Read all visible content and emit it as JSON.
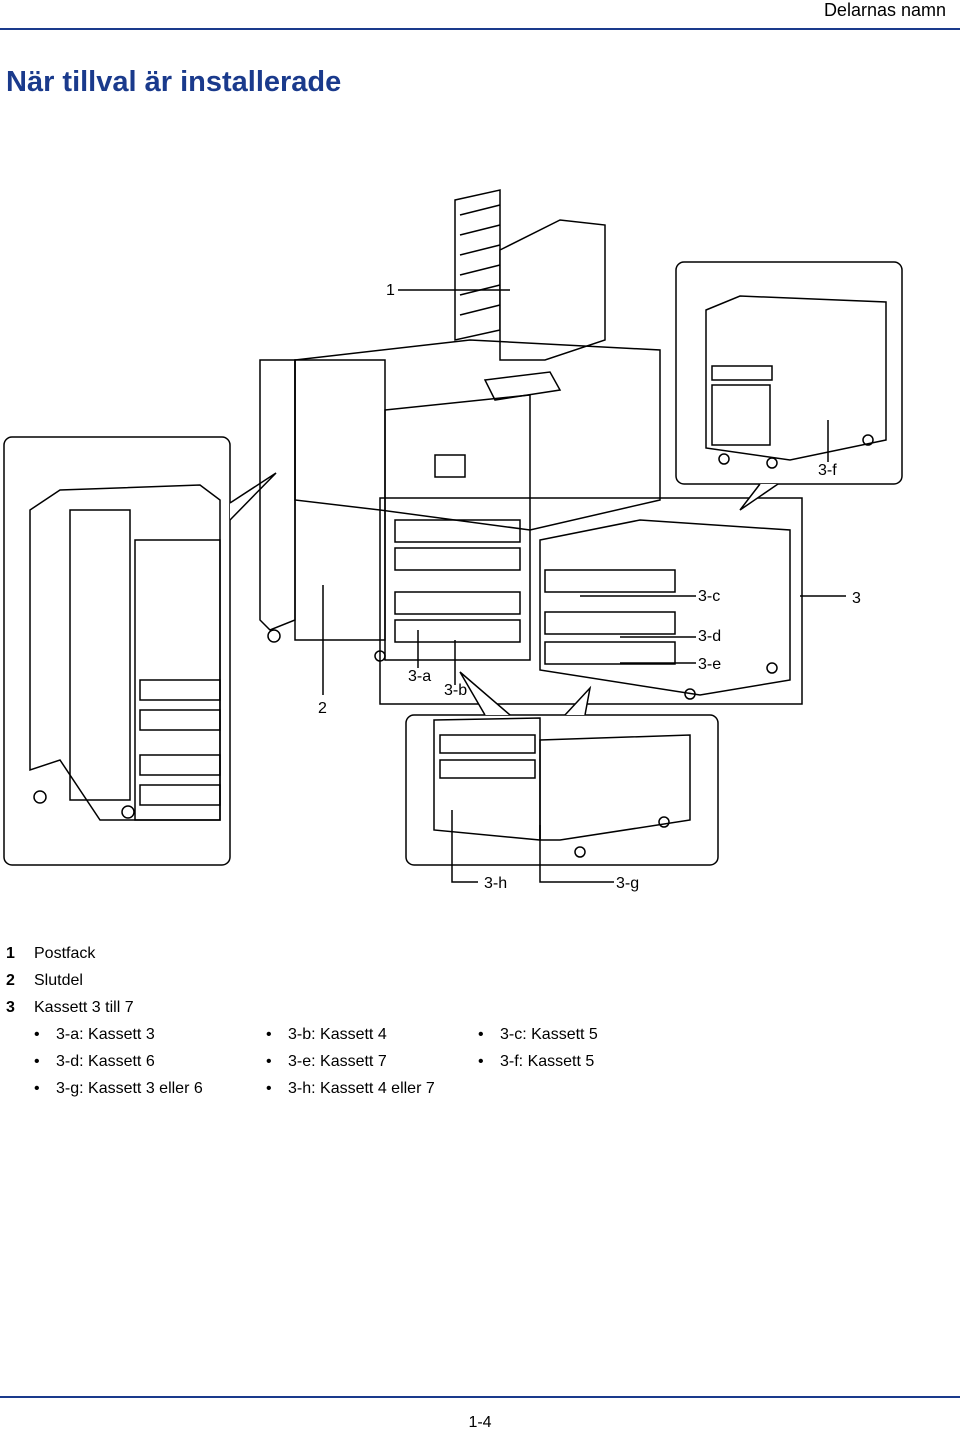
{
  "header": {
    "section_title": "Delarnas namn"
  },
  "title": "När tillval är installerade",
  "figure": {
    "callouts": [
      "1",
      "2",
      "3",
      "3-a",
      "3-b",
      "3-c",
      "3-d",
      "3-e",
      "3-f",
      "3-g",
      "3-h"
    ]
  },
  "legend": {
    "items": [
      {
        "num": "1",
        "text": "Postfack"
      },
      {
        "num": "2",
        "text": "Slutdel"
      },
      {
        "num": "3",
        "text": "Kassett 3 till 7"
      }
    ],
    "bullets": [
      [
        "3-a: Kassett 3",
        "3-b: Kassett 4",
        "3-c: Kassett 5"
      ],
      [
        "3-d: Kassett 6",
        "3-e: Kassett 7",
        "3-f: Kassett 5"
      ],
      [
        "3-g: Kassett 3 eller 6",
        "3-h: Kassett 4 eller 7"
      ]
    ]
  },
  "footer": {
    "page_number": "1-4"
  }
}
